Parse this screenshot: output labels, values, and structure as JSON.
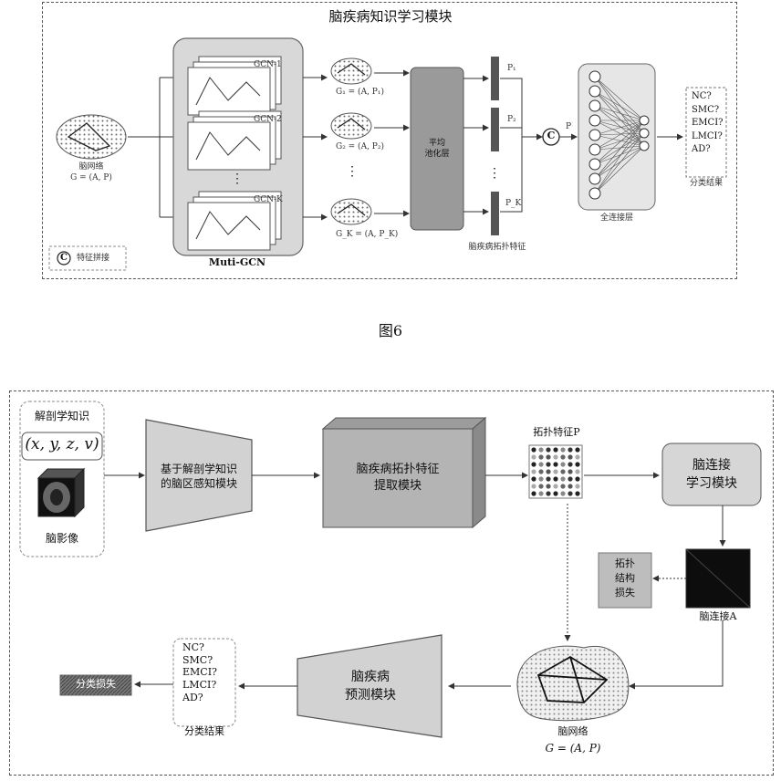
{
  "fig6": {
    "title": "脑疾病知识学习模块",
    "brain_label": "脑网络",
    "brain_formula": "G = (A, P)",
    "gcn_labels": [
      "GCN-1",
      "GCN-2",
      "GCN-K"
    ],
    "gcn_group_label": "Muti-GCN",
    "graph_labels": [
      "G₁ = (A, P₁)",
      "G₂ = (A, P₂)",
      "G_K = (A, P_K)"
    ],
    "pool_label_1": "平均",
    "pool_label_2": "池化层",
    "feature_labels": [
      "P₁",
      "P₂",
      "P_K"
    ],
    "feature_caption": "脑疾病拓扑特征",
    "concat_symbol": "C",
    "p_symbol": "P",
    "fc_label": "全连接层",
    "outputs": [
      "NC?",
      "SMC?",
      "EMCI?",
      "LMCI?",
      "AD?"
    ],
    "output_caption": "分类结果",
    "legend_label": "特征拼接",
    "ellipsis": "⋮"
  },
  "fig6_caption": "图6",
  "fig7": {
    "anat_title": "解剖学知识",
    "anat_formula": "(x, y, z, v)",
    "image_label": "脑影像",
    "module1_line1": "基于解剖学知识",
    "module1_line2": "的脑区感知模块",
    "module2_line1": "脑疾病拓扑特征",
    "module2_line2": "提取模块",
    "topo_label": "拓扑特征P",
    "module3_line1": "脑连接",
    "module3_line2": "学习模块",
    "loss_lines": [
      "拓扑",
      "结构",
      "损失"
    ],
    "conn_label": "脑连接A",
    "brain_label": "脑网络",
    "brain_formula": "G = (A, P)",
    "predict_line1": "脑疾病",
    "predict_line2": "预测模块",
    "outputs": [
      "NC?",
      "SMC?",
      "EMCI?",
      "LMCI?",
      "AD?"
    ],
    "output_caption": "分类结果",
    "class_loss": "分类损失"
  }
}
